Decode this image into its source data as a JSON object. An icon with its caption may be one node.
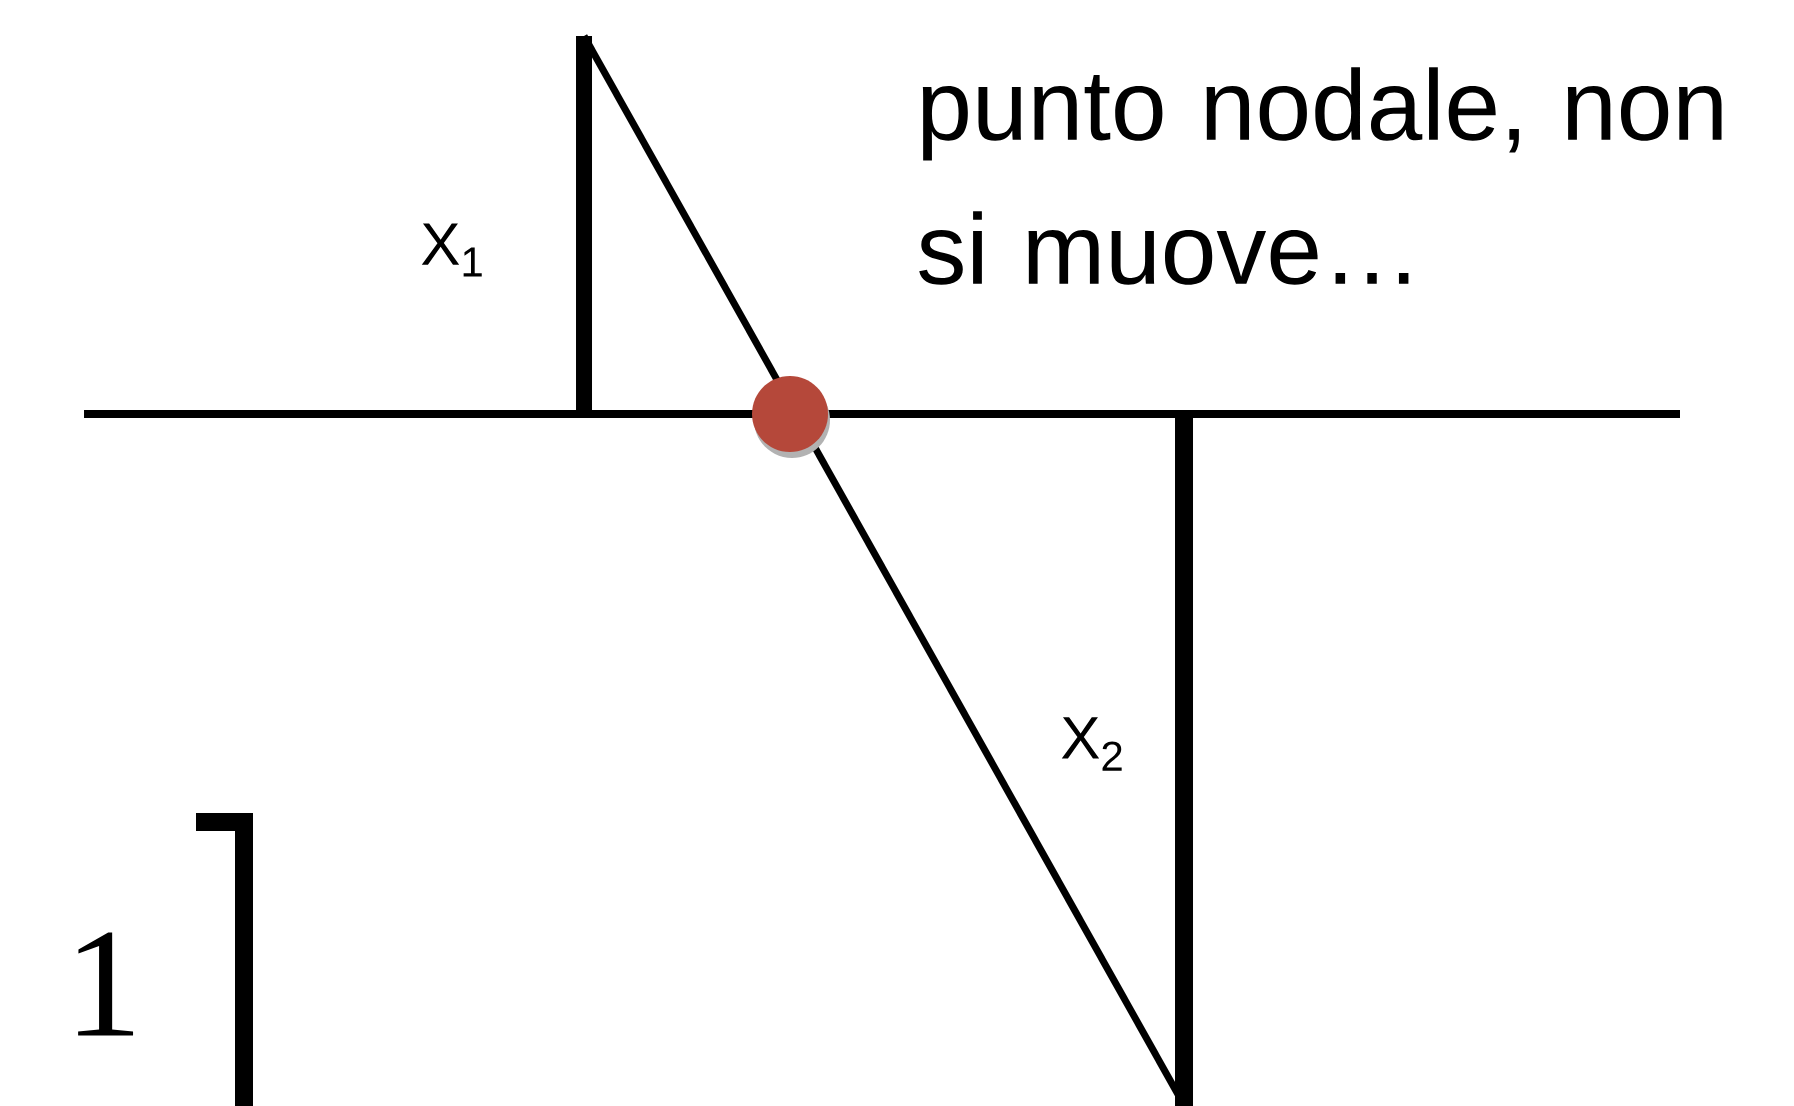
{
  "diagram": {
    "labels": [
      "X$_{1}$",
      "punto nodale, non si muove…",
      "X$_{2}$",
      "1"
    ]
  }
}
